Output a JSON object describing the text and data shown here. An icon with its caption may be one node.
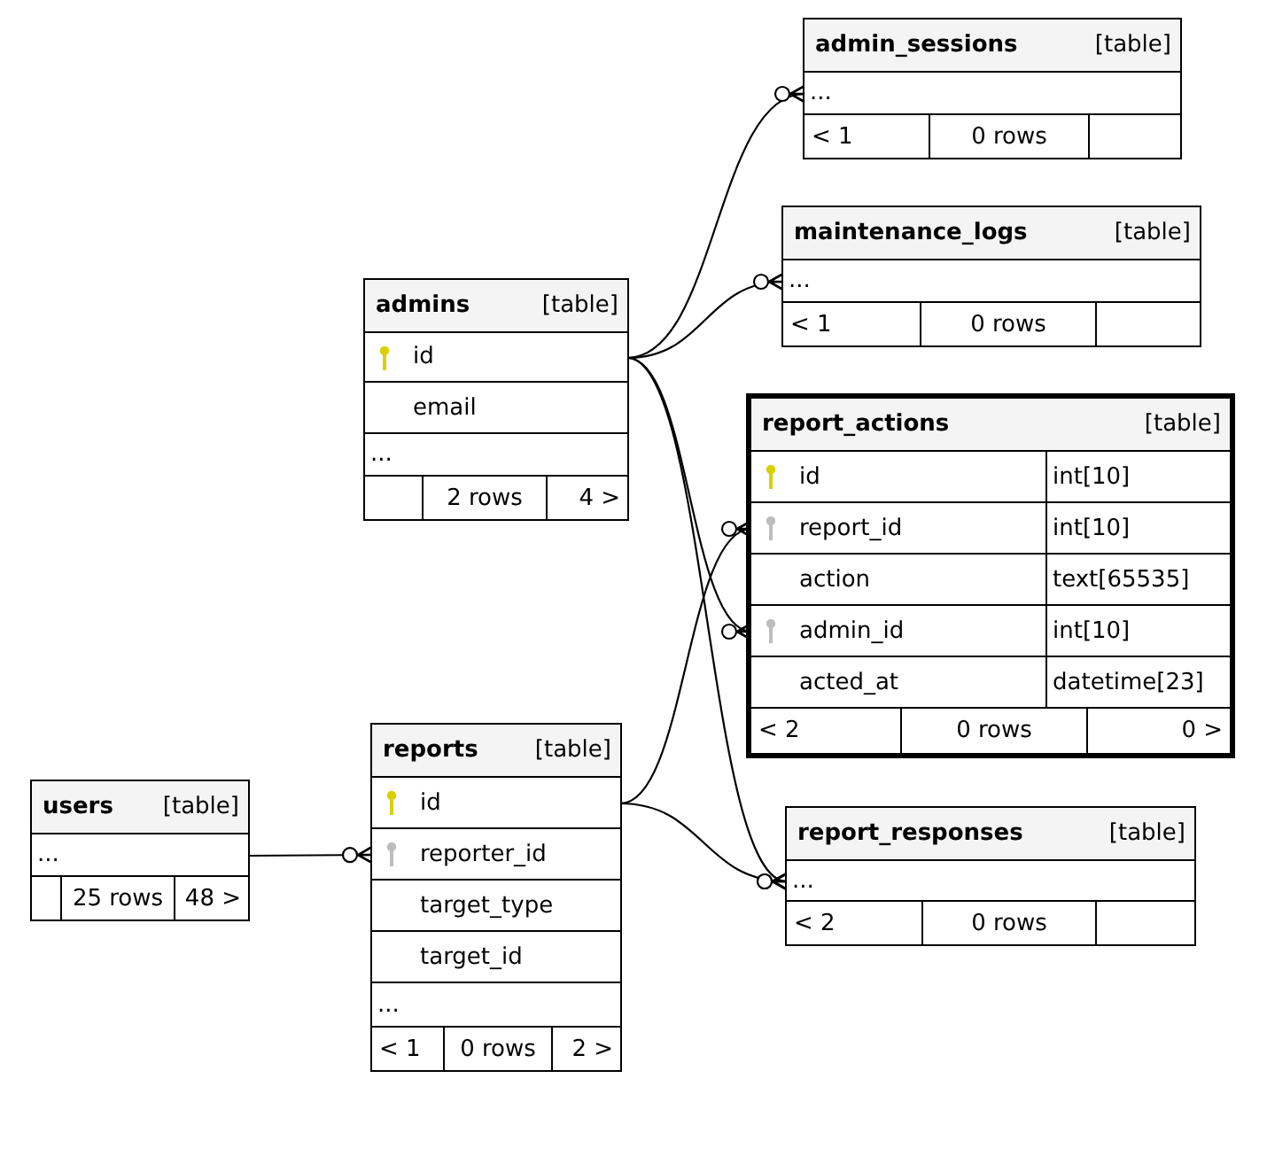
{
  "diagram": {
    "nodes": [
      {
        "text": [
          "admin_sessions",
          "[table]"
        ]
      },
      {
        "text": [
          "..."
        ],
        "in": 0
      },
      {
        "text": [
          "< 1",
          "0 rows"
        ],
        "in": 0
      },
      {
        "text": [
          "maintenance_logs",
          "[table]"
        ]
      },
      {
        "text": [
          "..."
        ],
        "in": 3
      },
      {
        "text": [
          "< 1",
          "0 rows"
        ],
        "in": 3
      },
      {
        "text": [
          "admins",
          "[table]"
        ]
      },
      {
        "text": [
          "id"
        ],
        "in": 6
      },
      {
        "text": [
          "email"
        ],
        "in": 6
      },
      {
        "text": [
          "..."
        ],
        "in": 6
      },
      {
        "text": [
          "2 rows",
          "4 >"
        ],
        "in": 6
      },
      {
        "text": [
          "report_actions",
          "[table]"
        ]
      },
      {
        "text": [
          "id",
          "int[10]"
        ],
        "in": 11
      },
      {
        "text": [
          "report_id",
          "int[10]"
        ],
        "in": 11
      },
      {
        "text": [
          "action",
          "text[65535]"
        ],
        "in": 11
      },
      {
        "text": [
          "admin_id",
          "int[10]"
        ],
        "in": 11
      },
      {
        "text": [
          "acted_at",
          "datetime[23]"
        ],
        "in": 11
      },
      {
        "text": [
          "< 2",
          "0 rows",
          "0 >"
        ],
        "in": 11
      },
      {
        "text": [
          "report_responses",
          "[table]"
        ]
      },
      {
        "text": [
          "..."
        ],
        "in": 18
      },
      {
        "text": [
          "< 2",
          "0 rows"
        ],
        "in": 18
      },
      {
        "text": [
          "users",
          "[table]"
        ]
      },
      {
        "text": [
          "..."
        ],
        "in": 21
      },
      {
        "text": [
          "25 rows",
          "48 >"
        ],
        "in": 21
      },
      {
        "text": [
          "reports",
          "[table]"
        ]
      },
      {
        "text": [
          "id"
        ],
        "in": 24
      },
      {
        "text": [
          "reporter_id"
        ],
        "in": 24
      },
      {
        "text": [
          "target_type"
        ],
        "in": 24
      },
      {
        "text": [
          "target_id"
        ],
        "in": 24
      },
      {
        "text": [
          "..."
        ],
        "in": 24
      },
      {
        "text": [
          "< 1",
          "0 rows",
          "2 >"
        ],
        "in": 24
      }
    ],
    "edges": [
      {
        "from": 7,
        "to": 1,
        "arrow": "other"
      },
      {
        "from": 7,
        "to": 4,
        "arrow": "other"
      },
      {
        "from": 7,
        "to": 15,
        "arrow": "other"
      },
      {
        "from": 7,
        "to": 19,
        "arrow": "other"
      },
      {
        "from": 25,
        "to": 13,
        "arrow": "other"
      },
      {
        "from": 25,
        "to": 19,
        "arrow": "other"
      },
      {
        "from": 22,
        "to": 26,
        "arrow": "other"
      }
    ]
  }
}
